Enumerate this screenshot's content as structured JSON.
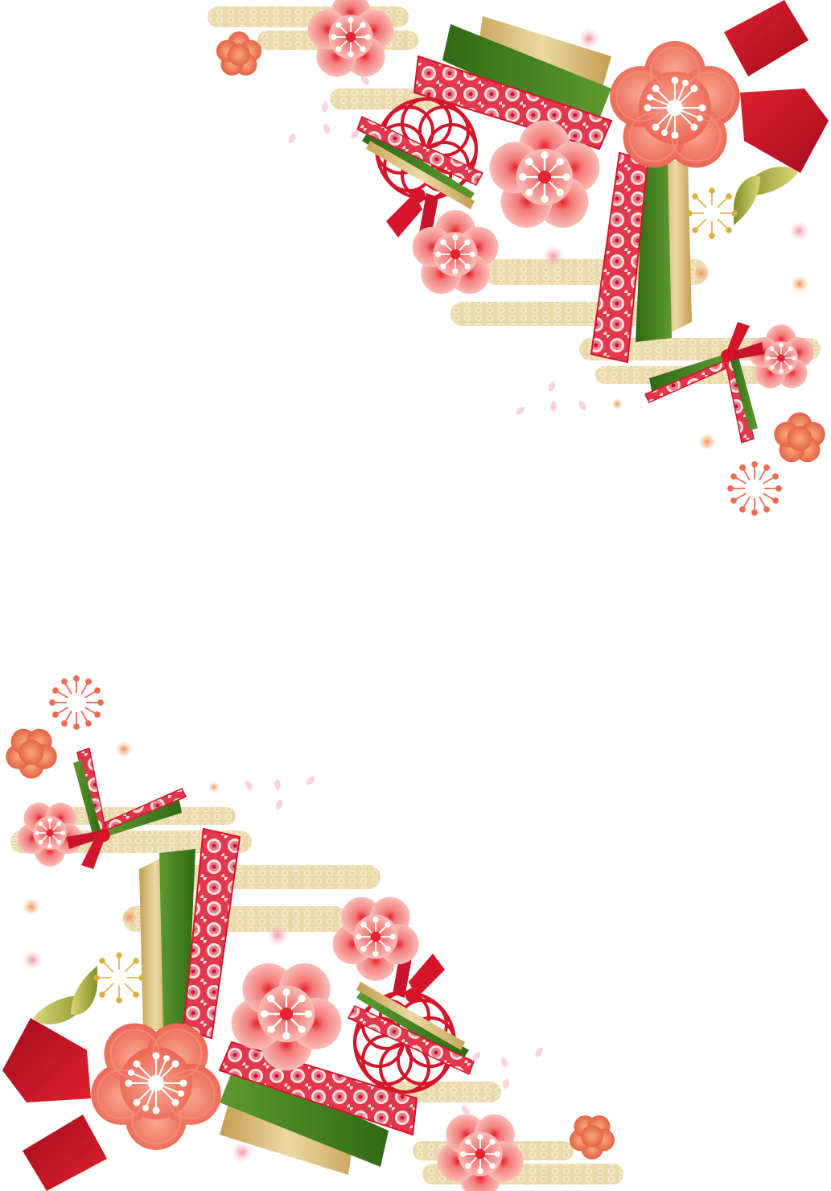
{
  "colors": {
    "background": "#ffffff",
    "gold": "#d9c38f",
    "gold_dark": "#b89a55",
    "green": "#3f7a1f",
    "green_dark": "#2c5c12",
    "red": "#c8142a",
    "red_dark": "#9c0c1e",
    "pink": "#f08a8a",
    "pink_light": "#fbd3cf",
    "coral": "#ef6b52",
    "orange": "#f3a25a",
    "olive": "#b6b446"
  },
  "decorations": [
    "cloud-band",
    "plum-blossom",
    "ribbon",
    "tassel-bow",
    "mizuhiki-knot-ball",
    "bamboo-leaves",
    "petal"
  ]
}
